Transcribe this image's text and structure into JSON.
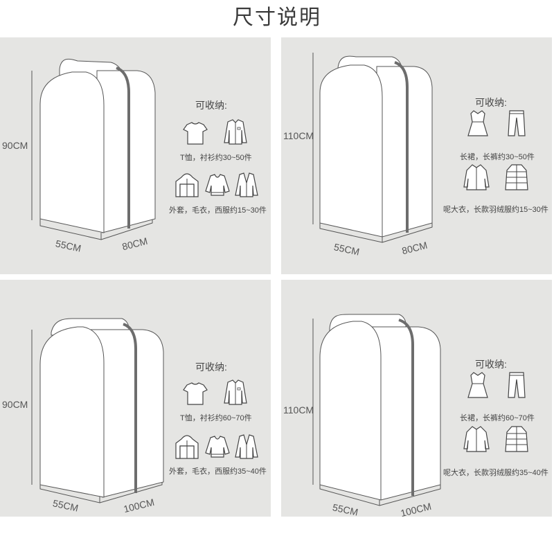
{
  "title": "尺寸说明",
  "panels": [
    {
      "height": "90CM",
      "depth": "55CM",
      "width": "80CM",
      "capacity_title": "可收纳:",
      "row1_text": "T恤，衬衫约30~50件",
      "row2_text": "外套，毛衣，西服约15~30件",
      "row1_icons": [
        "tshirt-icon",
        "shirt-icon"
      ],
      "row2_icons": [
        "hoodie-icon",
        "sweater-icon",
        "suit-icon"
      ]
    },
    {
      "height": "110CM",
      "depth": "55CM",
      "width": "80CM",
      "capacity_title": "可收纳:",
      "row1_text": "长裙，长裤约30~50件",
      "row2_text": "呢大衣，长款羽绒服约15~30件",
      "row1_icons": [
        "dress-icon",
        "trousers-icon"
      ],
      "row2_icons": [
        "coat-icon",
        "down-jacket-icon"
      ]
    },
    {
      "height": "90CM",
      "depth": "55CM",
      "width": "100CM",
      "capacity_title": "可收纳:",
      "row1_text": "T恤，衬衫约60~70件",
      "row2_text": "外套，毛衣，西服约35~40件",
      "row1_icons": [
        "tshirt-icon",
        "shirt-icon"
      ],
      "row2_icons": [
        "hoodie-icon",
        "sweater-icon",
        "suit-icon"
      ]
    },
    {
      "height": "110CM",
      "depth": "55CM",
      "width": "100CM",
      "capacity_title": "可收纳:",
      "row1_text": "长裙，长裤约60~70件",
      "row2_text": "呢大衣，长款羽绒服约35~40件",
      "row1_icons": [
        "dress-icon",
        "trousers-icon"
      ],
      "row2_icons": [
        "coat-icon",
        "down-jacket-icon"
      ]
    }
  ],
  "colors": {
    "panel_bg": "#e5e5e3",
    "zipper": "#6d6d6d",
    "line": "#555555"
  }
}
